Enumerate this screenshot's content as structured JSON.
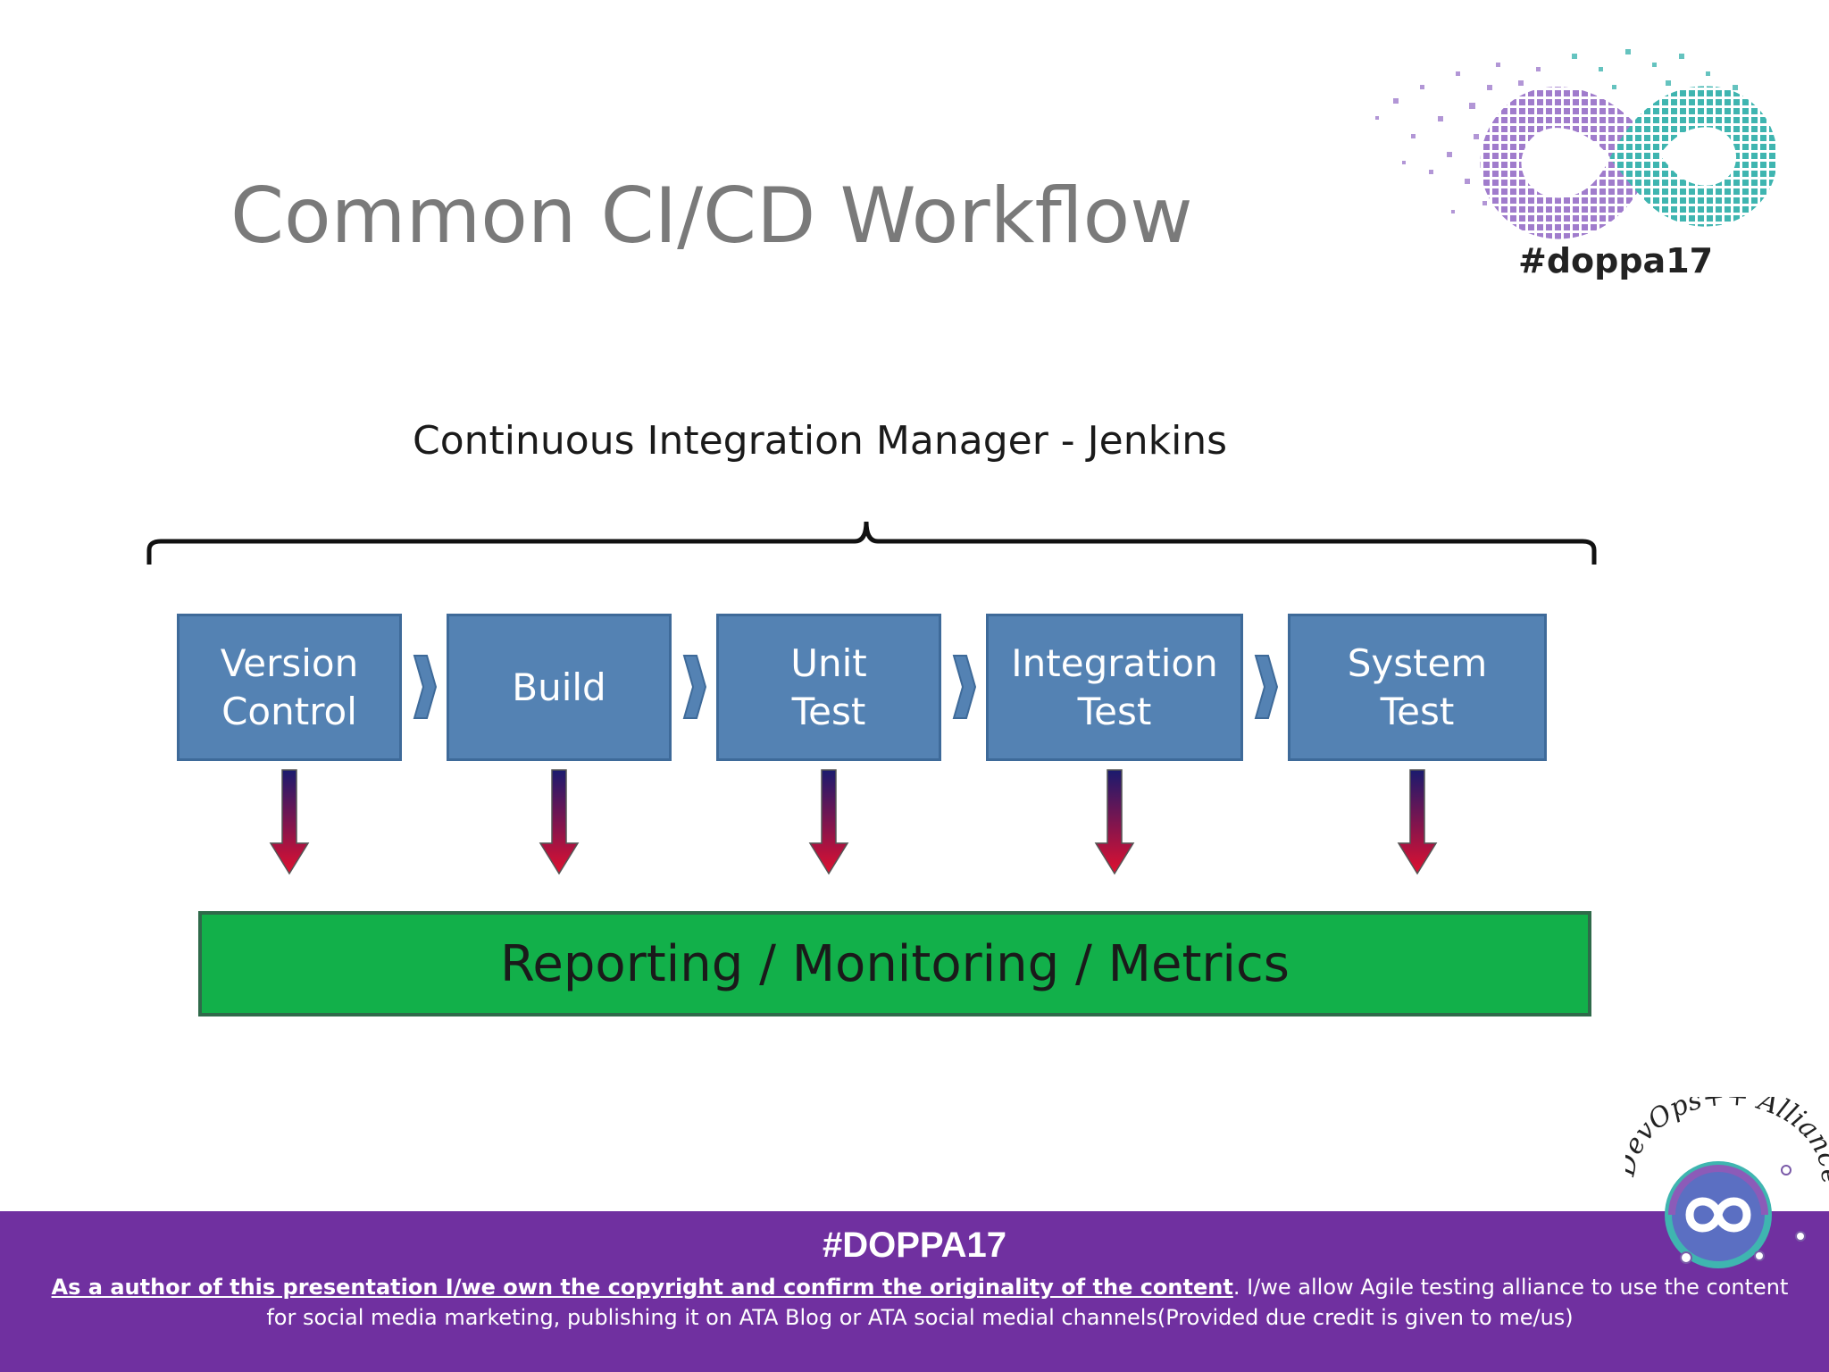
{
  "slide": {
    "title": "Common CI/CD Workflow"
  },
  "logo_top": {
    "hashtag": "#doppa17",
    "colors": {
      "purple": "#a07ccc",
      "teal": "#3fb5b0"
    }
  },
  "diagram": {
    "manager_label": "Continuous Integration Manager - Jenkins",
    "stages": [
      {
        "line1": "Version",
        "line2": "Control"
      },
      {
        "line1": "Build",
        "line2": ""
      },
      {
        "line1": "Unit",
        "line2": "Test"
      },
      {
        "line1": "Integration",
        "line2": "Test"
      },
      {
        "line1": "System",
        "line2": "Test"
      }
    ],
    "report_label": "Reporting / Monitoring / Metrics",
    "colors": {
      "stage": "#5482b3",
      "report": "#12b04a",
      "arrow_top": "#1a1a6e",
      "arrow_bottom": "#e01030"
    }
  },
  "alliance_logo": {
    "text": "DevOps++ Alliance"
  },
  "footer": {
    "hashtag": "#DOPPA17",
    "underlined": "As a author of this presentation I/we own the copyright and confirm the originality of the content",
    "rest": ". I/we allow Agile testing alliance to use the content for social media marketing, publishing it on ATA Blog or ATA social medial channels(Provided due credit is given to me/us)",
    "background": "#7030a0"
  }
}
